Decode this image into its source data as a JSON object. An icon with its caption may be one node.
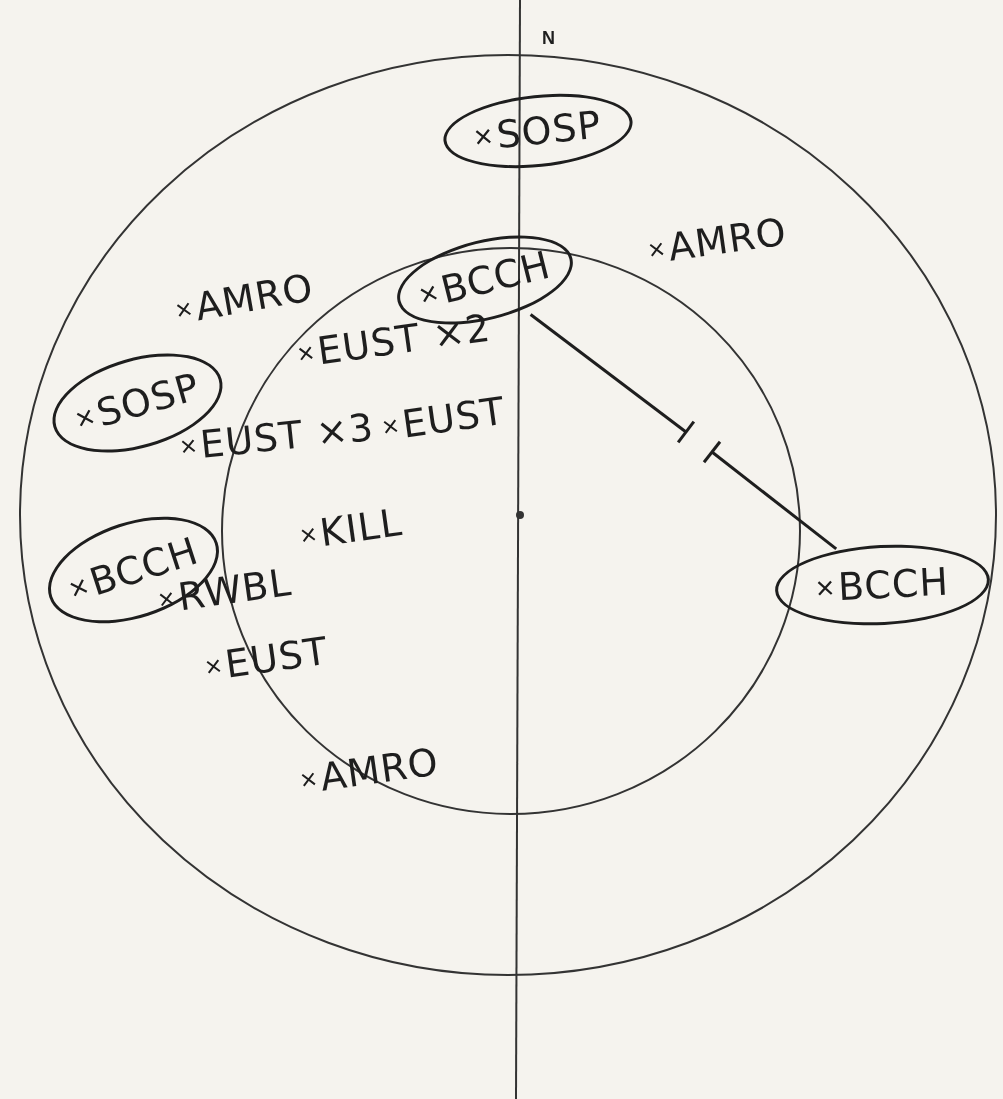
{
  "diagram": {
    "nodes": [
      {
        "text": [
          "SOSP"
        ]
      },
      {
        "text": [
          "BCCH"
        ]
      },
      {
        "text": [
          "SOSP"
        ]
      },
      {
        "text": [
          "BCCH"
        ]
      },
      {
        "text": [
          "BCCH"
        ]
      }
    ],
    "edges": [
      {
        "from": 1,
        "to": null,
        "arrow": "other"
      },
      {
        "from": 4,
        "to": null,
        "arrow": "other"
      }
    ],
    "labels": [
      "N",
      "AMRO",
      "AMRO",
      "EUST ×2",
      "EUST ×3",
      "EUST",
      "KILL",
      "RWBL",
      "EUST",
      "AMRO"
    ]
  }
}
